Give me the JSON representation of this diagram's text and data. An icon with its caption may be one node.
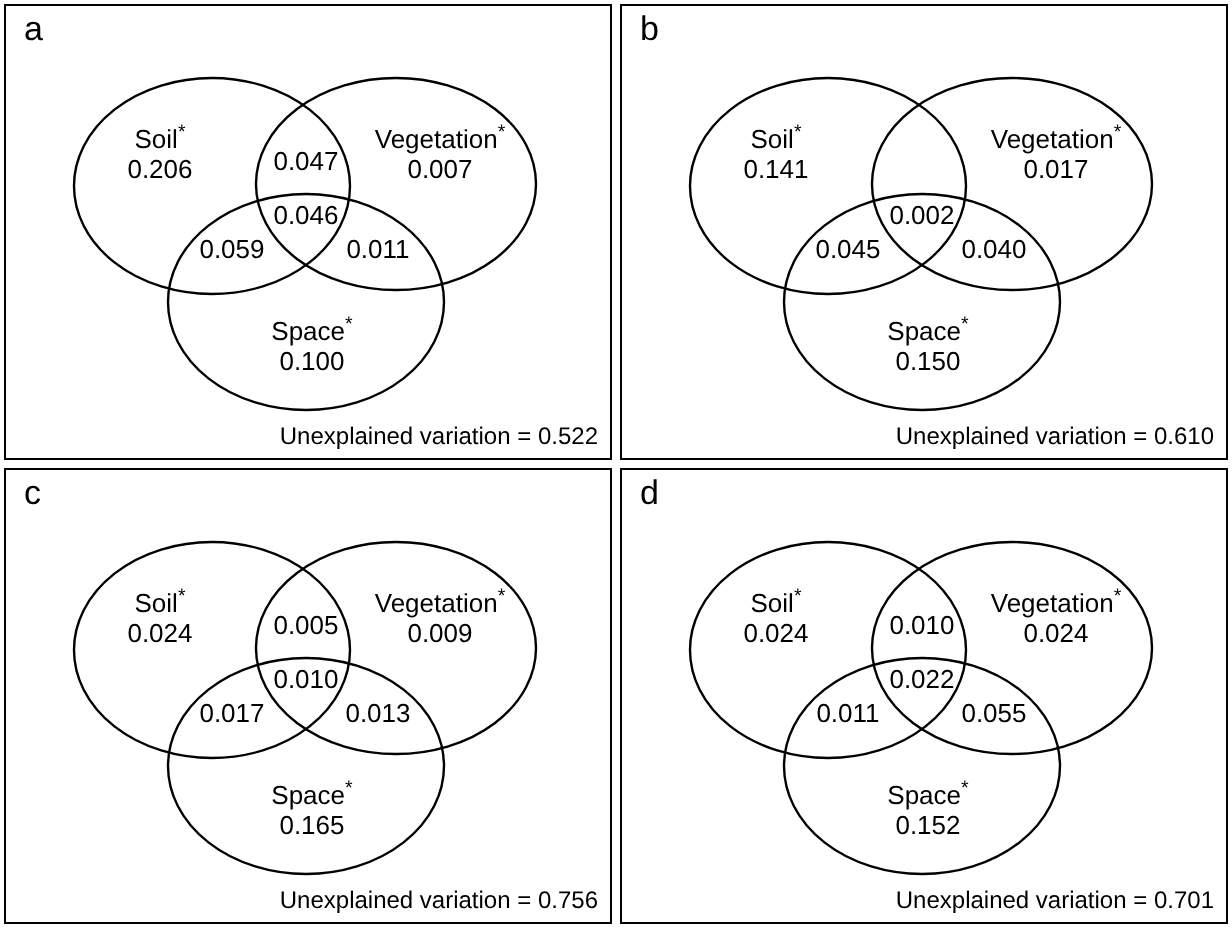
{
  "diagram": {
    "nodes": [
      {
        "text": [
          "a",
          "Unexplained variation = 0.522"
        ]
      },
      {
        "text": [
          "Soil$^{*}$",
          "0.206"
        ],
        "in": 0
      },
      {
        "text": [
          "Vegetation$^{*}$",
          "0.007"
        ],
        "in": 0
      },
      {
        "text": [
          "Space$^{*}$",
          "0.100"
        ],
        "in": 0
      },
      {
        "text": [
          "b",
          "Unexplained variation = 0.610"
        ]
      },
      {
        "text": [
          "Soil$^{*}$",
          "0.141"
        ],
        "in": 4
      },
      {
        "text": [
          "Vegetation$^{*}$",
          "0.017"
        ],
        "in": 4
      },
      {
        "text": [
          "Space$^{*}$",
          "0.150"
        ],
        "in": 4
      },
      {
        "text": [
          "c",
          "Unexplained variation = 0.756"
        ]
      },
      {
        "text": [
          "Soil$^{*}$",
          "0.024"
        ],
        "in": 8
      },
      {
        "text": [
          "Vegetation$^{*}$",
          "0.009"
        ],
        "in": 8
      },
      {
        "text": [
          "Space$^{*}$",
          "0.165"
        ],
        "in": 8
      },
      {
        "text": [
          "d",
          "Unexplained variation = 0.701"
        ]
      },
      {
        "text": [
          "Soil$^{*}$",
          "0.024"
        ],
        "in": 12
      },
      {
        "text": [
          "Vegetation$^{*}$",
          "0.024"
        ],
        "in": 12
      },
      {
        "text": [
          "Space$^{*}$",
          "0.152"
        ],
        "in": 12
      }
    ],
    "labels": [
      "0.047",
      "0.046",
      "0.059",
      "0.011",
      "0.002",
      "0.045",
      "0.040",
      "0.005",
      "0.010",
      "0.017",
      "0.013",
      "0.010",
      "0.022",
      "0.011",
      "0.055"
    ]
  }
}
